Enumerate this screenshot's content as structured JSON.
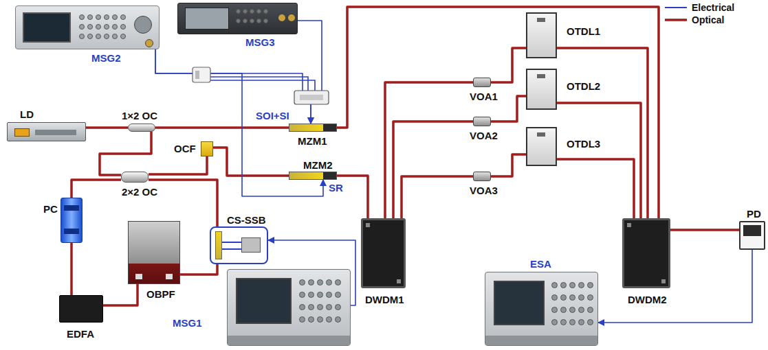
{
  "diagram": {
    "nodes": [
      {
        "text": [
          "MSG2"
        ]
      },
      {
        "text": [
          "MSG3"
        ]
      },
      {
        "text": [
          "LD"
        ]
      },
      {
        "text": [
          "1×2 OC"
        ]
      },
      {
        "text": [
          "MZM1"
        ]
      },
      {
        "text": [
          "OCF"
        ]
      },
      {
        "text": [
          "MZM2"
        ]
      },
      {
        "text": [
          "2×2 OC"
        ]
      },
      {
        "text": [
          "PC"
        ]
      },
      {
        "text": [
          "CS-SSB"
        ]
      },
      {
        "text": [
          "MSG1"
        ]
      },
      {
        "text": [
          "OBPF"
        ]
      },
      {
        "text": [
          "EDFA"
        ]
      },
      {
        "text": [
          "DWDM1"
        ]
      },
      {
        "text": [
          "VOA1"
        ]
      },
      {
        "text": [
          "VOA2"
        ]
      },
      {
        "text": [
          "VOA3"
        ]
      },
      {
        "text": [
          "OTDL1"
        ]
      },
      {
        "text": [
          "OTDL2"
        ]
      },
      {
        "text": [
          "OTDL3"
        ]
      },
      {
        "text": [
          "DWDM2"
        ]
      },
      {
        "text": [
          "PD"
        ]
      },
      {
        "text": [
          "ESA"
        ]
      }
    ],
    "edges": [
      {
        "from": 2,
        "to": 3,
        "arrow": "none"
      },
      {
        "from": 3,
        "to": 4,
        "arrow": "none"
      },
      {
        "from": 3,
        "to": 7,
        "arrow": "none"
      },
      {
        "from": 7,
        "to": 5,
        "arrow": "none"
      },
      {
        "from": 5,
        "to": 6,
        "arrow": "none"
      },
      {
        "from": 6,
        "to": 13,
        "arrow": "none"
      },
      {
        "from": 4,
        "to": 20,
        "arrow": "none"
      },
      {
        "from": 7,
        "to": 8,
        "arrow": "none"
      },
      {
        "from": 8,
        "to": 12,
        "arrow": "none"
      },
      {
        "from": 12,
        "to": 11,
        "arrow": "none"
      },
      {
        "from": 11,
        "to": 9,
        "arrow": "none"
      },
      {
        "from": 9,
        "to": 7,
        "arrow": "none"
      },
      {
        "from": 13,
        "to": 14,
        "arrow": "none"
      },
      {
        "from": 13,
        "to": 15,
        "arrow": "none"
      },
      {
        "from": 13,
        "to": 16,
        "arrow": "none"
      },
      {
        "from": 14,
        "to": 17,
        "arrow": "none"
      },
      {
        "from": 15,
        "to": 18,
        "arrow": "none"
      },
      {
        "from": 16,
        "to": 19,
        "arrow": "none"
      },
      {
        "from": 17,
        "to": 20,
        "arrow": "none"
      },
      {
        "from": 18,
        "to": 20,
        "arrow": "none"
      },
      {
        "from": 19,
        "to": 20,
        "arrow": "none"
      },
      {
        "from": 20,
        "to": 21,
        "arrow": "none"
      },
      {
        "from": 21,
        "to": 22,
        "arrow": "to"
      },
      {
        "from": 10,
        "to": 9,
        "arrow": "to"
      },
      {
        "from": 0,
        "to": 4,
        "arrow": "to"
      },
      {
        "from": 1,
        "to": 4,
        "arrow": "to"
      },
      {
        "from": 0,
        "to": 6,
        "arrow": "to"
      }
    ],
    "labels": [
      "SOI+SI",
      "SR"
    ],
    "legend": [
      {
        "text": "Electrical"
      },
      {
        "text": "Optical"
      }
    ]
  }
}
